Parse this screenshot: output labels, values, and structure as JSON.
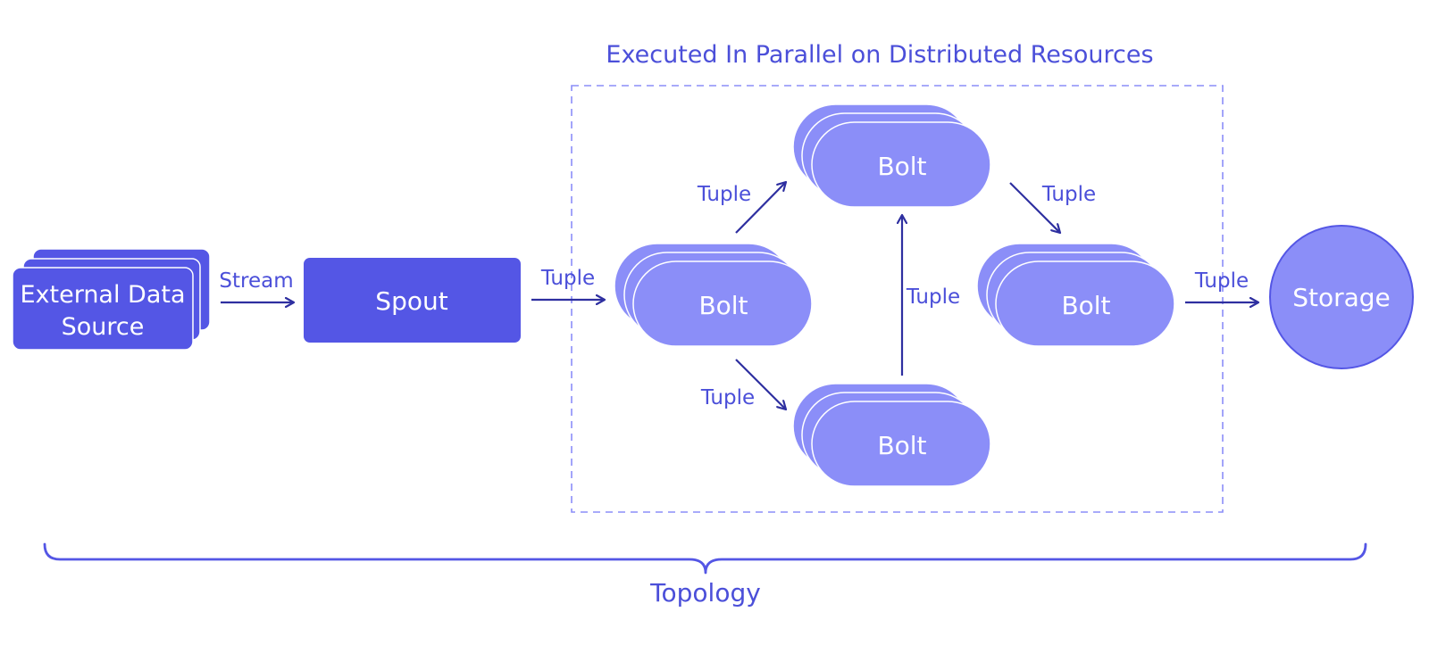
{
  "diagram": {
    "region_title": "Executed In Parallel on Distributed Resources",
    "topology_label": "Topology",
    "nodes": {
      "source": "External Data Source",
      "source_line1": "External Data",
      "source_line2": "Source",
      "spout": "Spout",
      "bolt_left": "Bolt",
      "bolt_top": "Bolt",
      "bolt_bottom": "Bolt",
      "bolt_right": "Bolt",
      "storage": "Storage"
    },
    "edges": {
      "source_to_spout": "Stream",
      "spout_to_bolt": "Tuple",
      "left_to_top": "Tuple",
      "left_to_bottom": "Tuple",
      "bottom_to_top": "Tuple",
      "top_to_right": "Tuple",
      "right_to_storage": "Tuple"
    },
    "colors": {
      "dark": "#5456E5",
      "light": "#8B8EF8",
      "text_accent": "#4B4FD9",
      "arrow": "#2E2FA0"
    }
  }
}
